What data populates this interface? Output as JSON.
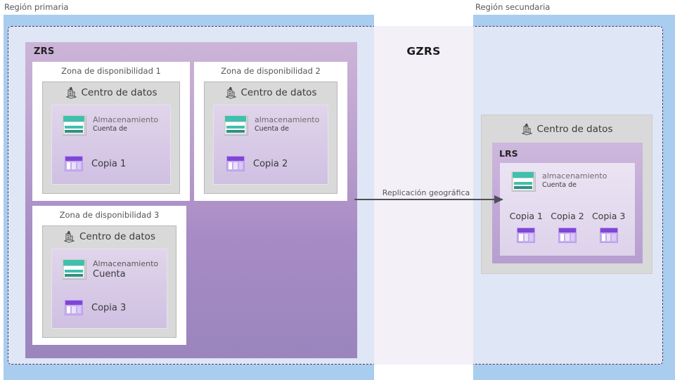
{
  "regions": {
    "primary_label": "Región primaria",
    "secondary_label": "Región secundaria"
  },
  "gzrs": {
    "title": "GZRS"
  },
  "zrs": {
    "title": "ZRS",
    "zones": [
      {
        "title": "Zona de disponibilidad 1",
        "datacenter_label": "Centro de datos",
        "storage_line_a": "Almacenamiento",
        "storage_line_b": "Cuenta de",
        "copy_label": "Copia 1"
      },
      {
        "title": "Zona de disponibilidad 2",
        "datacenter_label": "Centro de datos",
        "storage_line_a": "almacenamiento",
        "storage_line_b": "Cuenta de",
        "copy_label": "Copia 2"
      },
      {
        "title": "Zona de disponibilidad 3",
        "datacenter_label": "Centro de datos",
        "storage_line_a": "Almacenamiento",
        "storage_line_b": "Cuenta",
        "copy_label": "Copia 3"
      }
    ]
  },
  "secondary": {
    "datacenter_label": "Centro de datos",
    "lrs_title": "LRS",
    "storage_line_a": "almacenamiento",
    "storage_line_b": "Cuenta de",
    "copies": [
      "Copia 1",
      "Copia 2",
      "Copia 3"
    ]
  },
  "arrow": {
    "label": "Replicación geográfica"
  },
  "icons": {
    "storage": "storage-account-icon",
    "copy": "copy-icon",
    "datacenter": "datacenter-icon"
  },
  "colors": {
    "region_band": "#a8cdee",
    "zrs_purple": "#a78bc4",
    "lrs_purple": "#c3abd8",
    "storage_teal": "#3fc0ae",
    "copy_violet": "#7f46d8",
    "dashed_border": "#4a2f6b",
    "datacenter_grey": "#d9d9d9"
  }
}
